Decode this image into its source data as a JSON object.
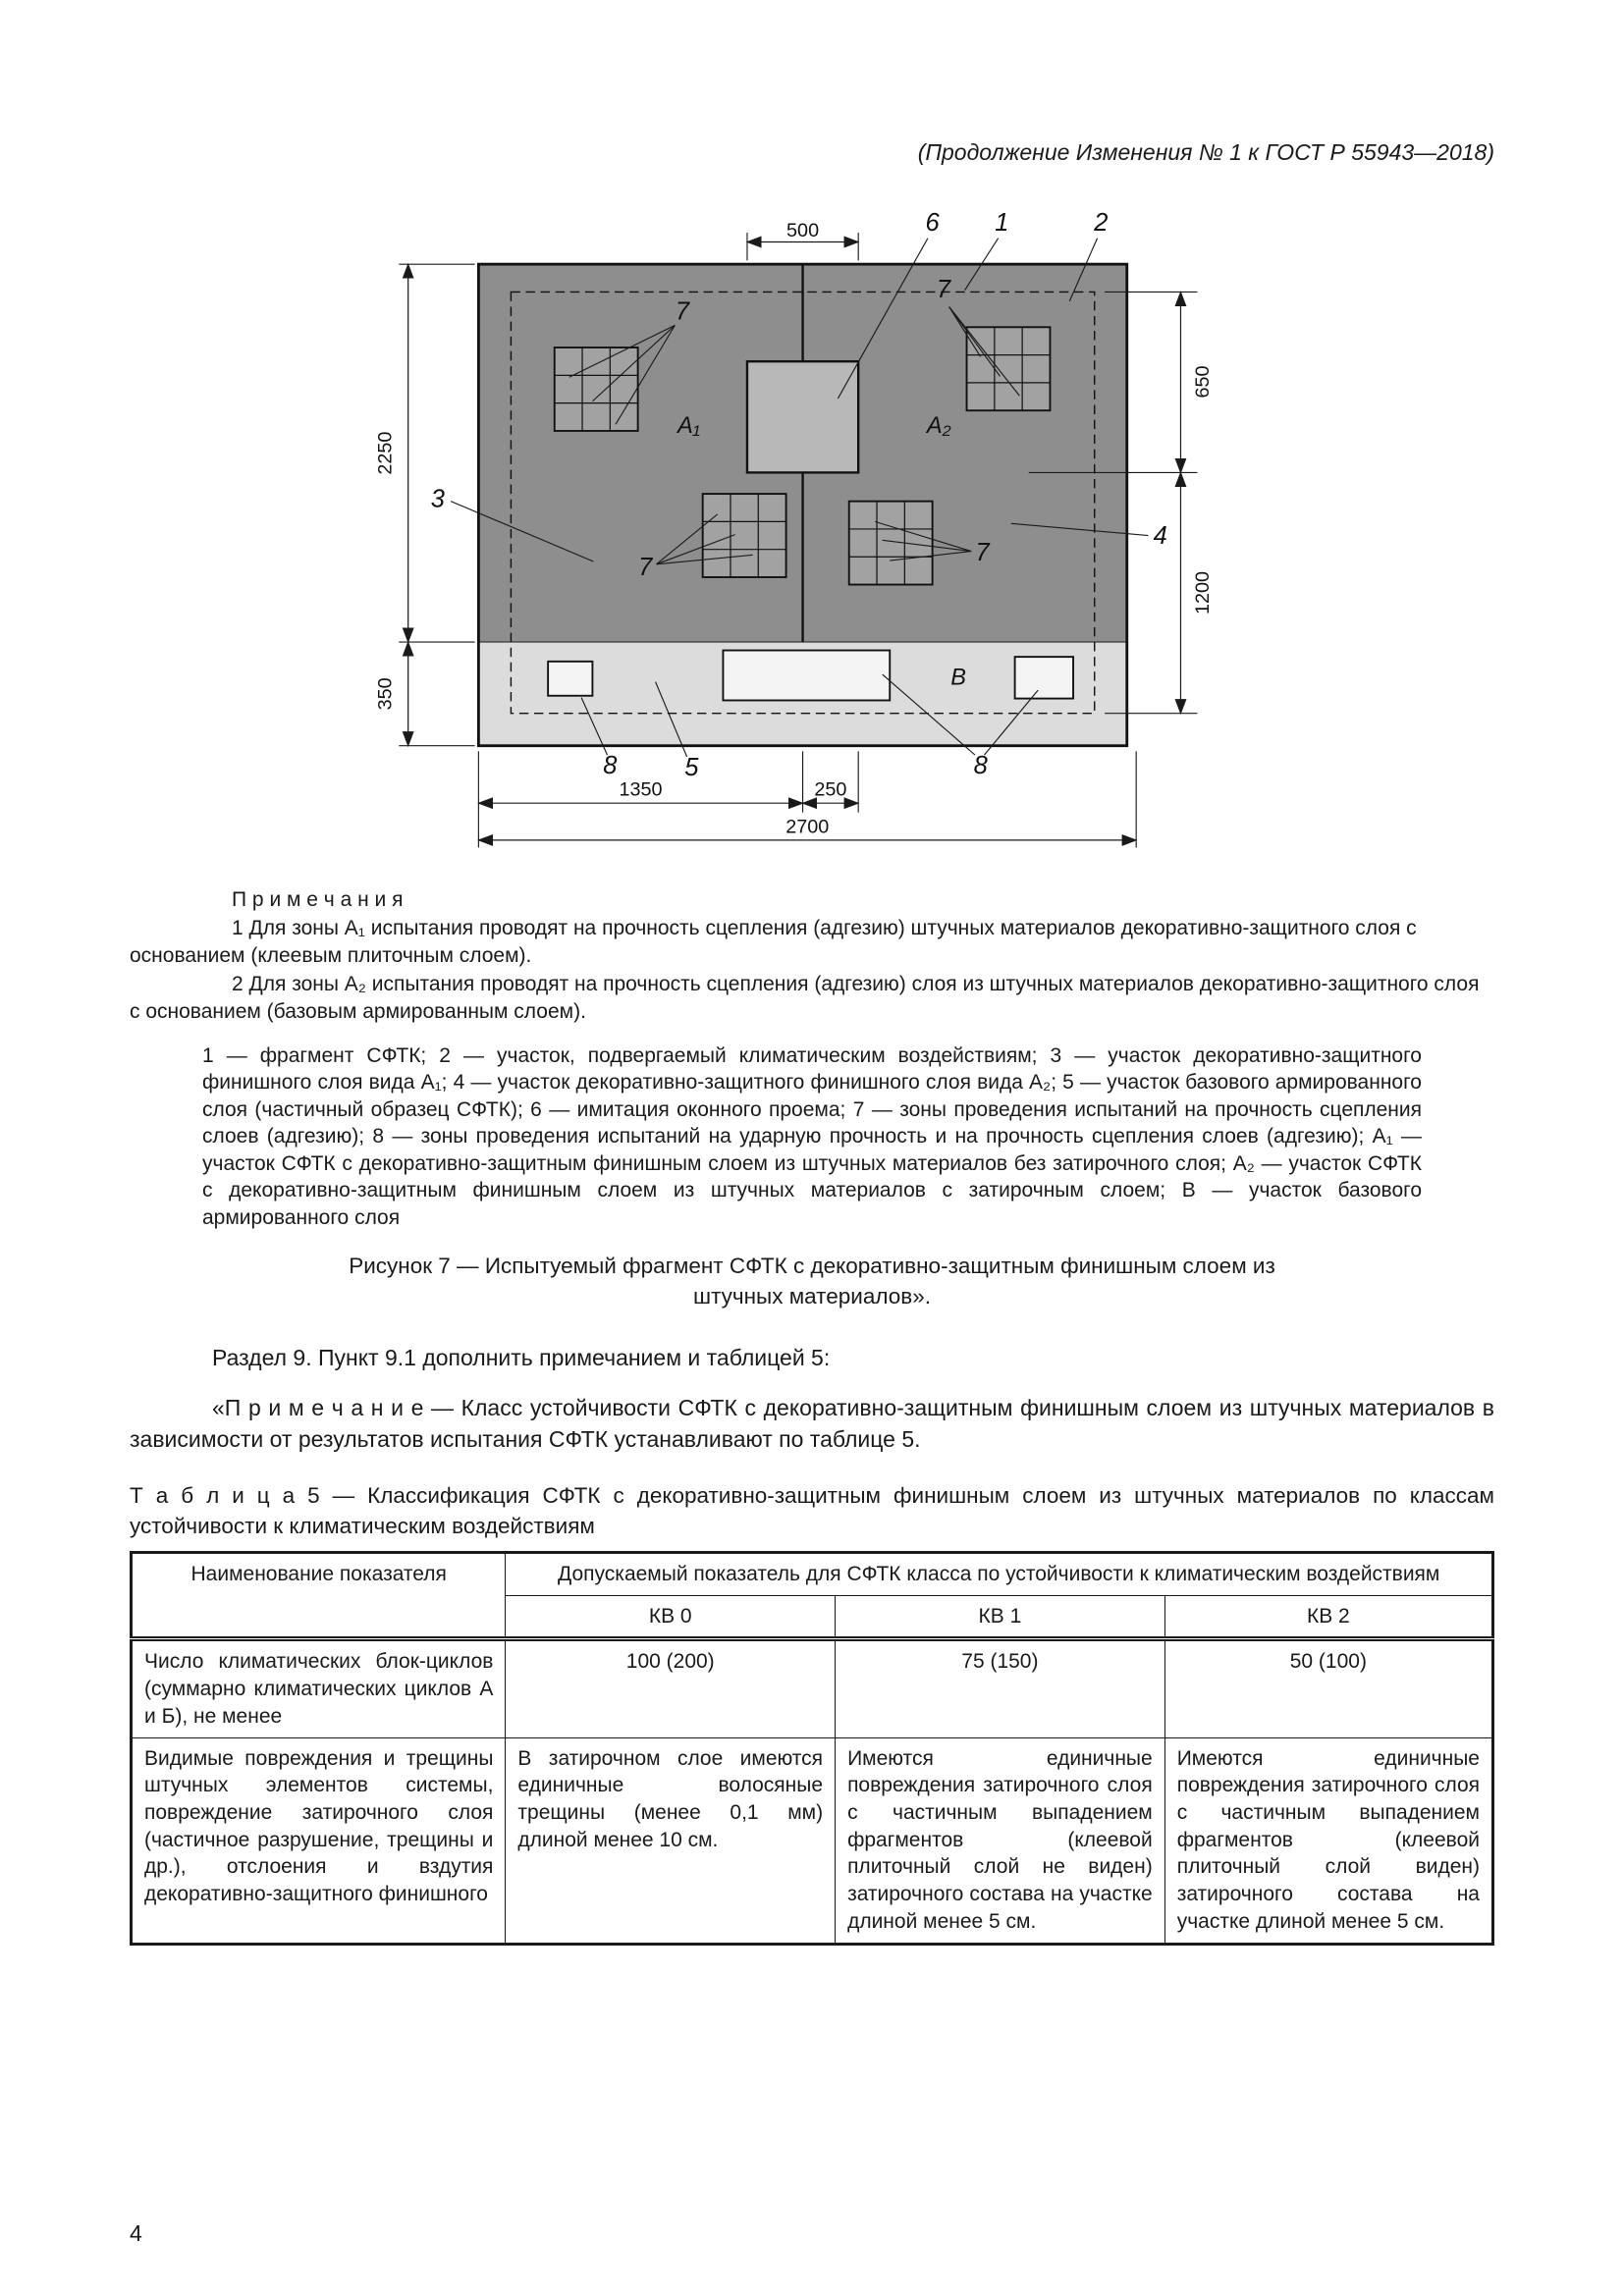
{
  "page": {
    "header": "(Продолжение Изменения № 1 к ГОСТ Р 55943—2018)",
    "page_number": "4"
  },
  "figure": {
    "dimensions": {
      "window_width": "500",
      "left_height": "2250",
      "strip_height": "350",
      "right_upper": "650",
      "right_lower": "1200",
      "bottom_half": "1350",
      "bottom_quarter": "250",
      "total_width": "2700"
    },
    "callouts": {
      "n1": "1",
      "n2": "2",
      "n3": "3",
      "n4": "4",
      "n5": "5",
      "n6": "6",
      "n7": "7",
      "n8": "8"
    },
    "zones": {
      "a1": "A₁",
      "a2": "A₂",
      "b": "B"
    }
  },
  "notes": {
    "title": "П р и м е ч а н и я",
    "item1": "1 Для зоны A₁ испытания проводят на прочность сцепления (адгезию) штучных материалов декоративно-защитного слоя с основанием (клеевым плиточным слоем).",
    "item2": "2 Для зоны A₂ испытания проводят на прочность сцепления (адгезию) слоя из штучных материалов декоративно-защитного слоя с основанием (базовым армированным слоем)."
  },
  "legend": "1 — фрагмент СФТК; 2 — участок, подвергаемый климатическим воздействиям; 3 — участок декоративно-защитного финишного слоя вида A₁; 4 — участок декоративно-защитного финишного слоя вида A₂; 5 — участок базового армированного слоя (частичный образец СФТК); 6 — имитация оконного проема; 7 — зоны проведения испытаний на прочность сцепления слоев (адгезию); 8 — зоны проведения испытаний на ударную прочность и на прочность сцепления слоев (адгезию); A₁ — участок СФТК с декоративно-защитным финишным слоем из штучных материалов без затирочного слоя; A₂ — участок СФТК с декоративно-защитным финишным слоем из штучных материалов с затирочным слоем; B — участок базового армированного слоя",
  "caption": "Рисунок 7 — Испытуемый фрагмент СФТК с декоративно-защитным финишным слоем из штучных материалов».",
  "section_text": "Раздел 9. Пункт 9.1 дополнить примечанием и таблицей 5:",
  "note_paragraph": "«П р и м е ч а н и е — Класс устойчивости СФТК с декоративно-защитным финишным слоем из штучных материалов в зависимости от результатов испытания СФТК устанавливают по таблице 5.",
  "table_title": "Т а б л и ц а  5 — Классификация СФТК с декоративно-защитным финишным слоем из штучных материалов по классам устойчивости к климатическим воздействиям",
  "table": {
    "name_header": "Наименование показателя",
    "group_header": "Допускаемый показатель для СФТК класса по устойчивости к климатическим воздействиям",
    "classes": [
      "КВ 0",
      "КВ 1",
      "КВ 2"
    ],
    "rows": [
      {
        "name": "Число климатических блок-циклов (суммарно климатических циклов А и Б), не менее",
        "kv0": "100 (200)",
        "kv1": "75 (150)",
        "kv2": "50 (100)"
      },
      {
        "name": "Видимые повреждения и трещины штучных элементов системы, повреждение затирочного слоя (частичное разрушение, трещины и др.), отслоения и вздутия декоративно-защитного финишного",
        "kv0": "В затирочном слое имеются единичные волосяные трещины (менее 0,1 мм) длиной менее 10 см.",
        "kv1": "Имеются единичные повреждения затирочного слоя с частичным выпадением фрагментов (клеевой плиточный слой не виден) затирочного состава на участке длиной менее 5 см.",
        "kv2": "Имеются единичные повреждения затирочного слоя с частичным выпадением фрагментов (клеевой плиточный слой виден) затирочного состава на участке длиной менее 5 см."
      }
    ]
  }
}
